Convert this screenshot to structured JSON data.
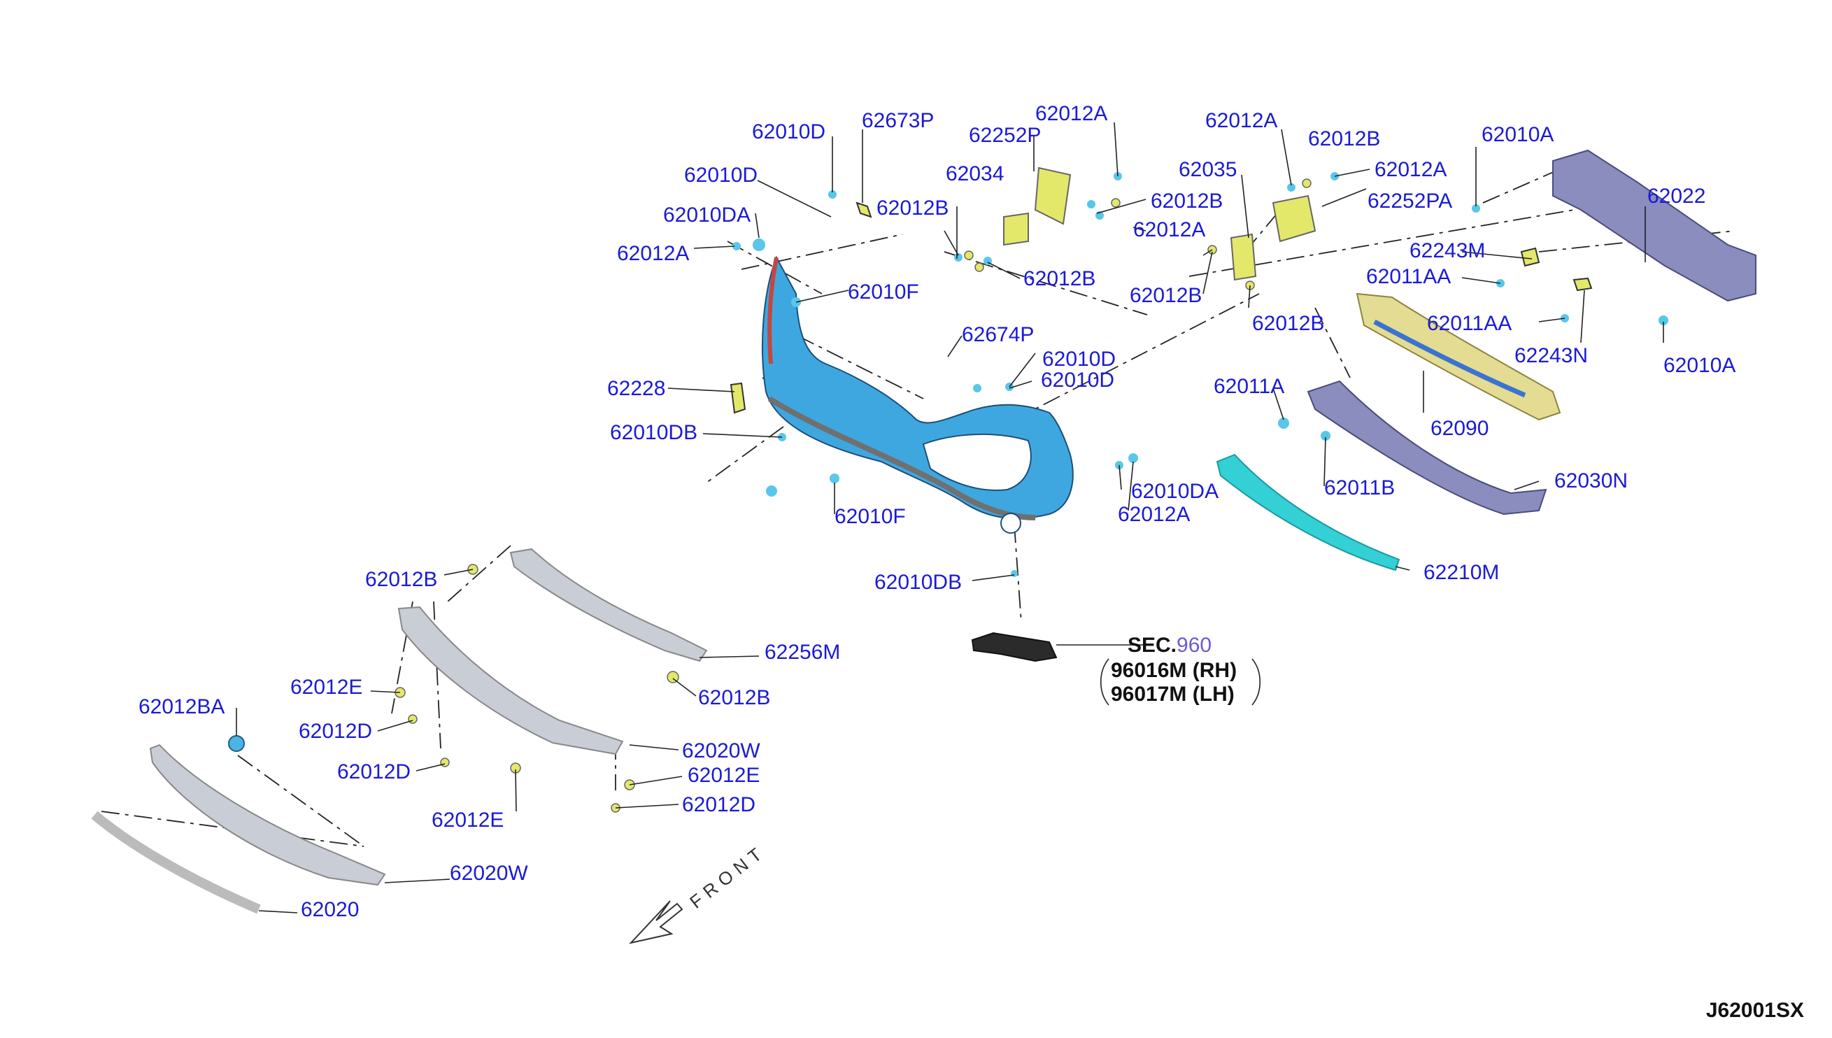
{
  "diagram": {
    "colors": {
      "label": "#1a1ad6",
      "fascia": "#3fa7e0",
      "grille": "#c9cdd6",
      "reinforcement": "#8a8dbe",
      "absorber": "#e4dc92",
      "bracket": "#e3e86a",
      "clip": "#59c7e8",
      "molding": "#33d0d6"
    },
    "labels": [
      {
        "id": "p-62010D-top",
        "text": "62010D"
      },
      {
        "id": "p-62673P",
        "text": "62673P"
      },
      {
        "id": "p-62012A-top",
        "text": "62012A"
      },
      {
        "id": "p-62252P",
        "text": "62252P"
      },
      {
        "id": "p-62012A-mid",
        "text": "62012A"
      },
      {
        "id": "p-62012B-r1",
        "text": "62012B"
      },
      {
        "id": "p-62010A-top",
        "text": "62010A"
      },
      {
        "id": "p-62010D-2",
        "text": "62010D"
      },
      {
        "id": "p-62034",
        "text": "62034"
      },
      {
        "id": "p-62035",
        "text": "62035"
      },
      {
        "id": "p-62012A-r2",
        "text": "62012A"
      },
      {
        "id": "p-62022",
        "text": "62022"
      },
      {
        "id": "p-62010DA-left",
        "text": "62010DA"
      },
      {
        "id": "p-62012B-left",
        "text": "62012B"
      },
      {
        "id": "p-62012B-c1",
        "text": "62012B"
      },
      {
        "id": "p-62252PA",
        "text": "62252PA"
      },
      {
        "id": "p-62012A-left",
        "text": "62012A"
      },
      {
        "id": "p-62012A-c",
        "text": "62012A"
      },
      {
        "id": "p-62243M",
        "text": "62243M"
      },
      {
        "id": "p-62012B-c2",
        "text": "62012B"
      },
      {
        "id": "p-62011AA-1",
        "text": "62011AA"
      },
      {
        "id": "p-62010F-top",
        "text": "62010F"
      },
      {
        "id": "p-62012B-c3",
        "text": "62012B"
      },
      {
        "id": "p-62012B-c4",
        "text": "62012B"
      },
      {
        "id": "p-62011AA-2",
        "text": "62011AA"
      },
      {
        "id": "p-62674P",
        "text": "62674P"
      },
      {
        "id": "p-62243N",
        "text": "62243N"
      },
      {
        "id": "p-62010D-3",
        "text": "62010D"
      },
      {
        "id": "p-62010A-right",
        "text": "62010A"
      },
      {
        "id": "p-62010D-4",
        "text": "62010D"
      },
      {
        "id": "p-62228",
        "text": "62228"
      },
      {
        "id": "p-62011A",
        "text": "62011A"
      },
      {
        "id": "p-62090",
        "text": "62090"
      },
      {
        "id": "p-62010DB-1",
        "text": "62010DB"
      },
      {
        "id": "p-62030N",
        "text": "62030N"
      },
      {
        "id": "p-62010DA-right",
        "text": "62010DA"
      },
      {
        "id": "p-62011B",
        "text": "62011B"
      },
      {
        "id": "p-62012A-low",
        "text": "62012A"
      },
      {
        "id": "p-62010F-low",
        "text": "62010F"
      },
      {
        "id": "p-62010DB-2",
        "text": "62010DB"
      },
      {
        "id": "p-62210M",
        "text": "62210M"
      },
      {
        "id": "p-62012B-g1",
        "text": "62012B"
      },
      {
        "id": "p-62256M",
        "text": "62256M"
      },
      {
        "id": "p-62012E-1",
        "text": "62012E"
      },
      {
        "id": "p-62012B-g2",
        "text": "62012B"
      },
      {
        "id": "p-62012BA",
        "text": "62012BA"
      },
      {
        "id": "p-62012D-1",
        "text": "62012D"
      },
      {
        "id": "p-62020W-1",
        "text": "62020W"
      },
      {
        "id": "p-62012D-2",
        "text": "62012D"
      },
      {
        "id": "p-62012E-2",
        "text": "62012E"
      },
      {
        "id": "p-62012E-3",
        "text": "62012E"
      },
      {
        "id": "p-62012D-3",
        "text": "62012D"
      },
      {
        "id": "p-62020W-2",
        "text": "62020W"
      },
      {
        "id": "p-62020",
        "text": "62020"
      }
    ],
    "section_ref": {
      "prefix": "SEC.",
      "number": "960",
      "rh": "96016M (RH)",
      "lh": "96017M (LH)"
    },
    "front_label": "FRONT",
    "drawing_code": "J62001SX"
  }
}
